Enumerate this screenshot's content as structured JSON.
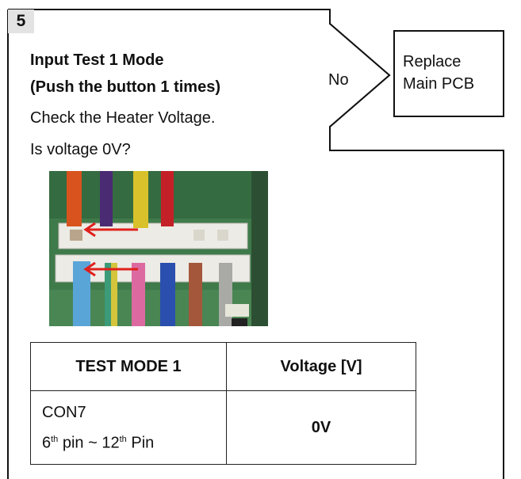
{
  "step": {
    "number": "5"
  },
  "instructions": {
    "title_line1": "Input Test 1 Mode",
    "title_line2": "(Push the button 1 times)",
    "check": "Check the Heater Voltage.",
    "question": "Is voltage 0V?"
  },
  "branch": {
    "label": "No",
    "target_line1": "Replace",
    "target_line2": "Main PCB"
  },
  "table": {
    "headers": [
      "TEST MODE 1",
      "Voltage [V]"
    ],
    "row": {
      "connector": "CON7",
      "pin_from": "6",
      "pin_from_suffix": "th",
      "pin_sep": " pin ~ ",
      "pin_to": "12",
      "pin_to_suffix": "th",
      "pin_end": " Pin",
      "voltage": "0V"
    }
  },
  "colors": {
    "line": "#111111",
    "badge_bg": "#e3e3e3",
    "pcb_green": "#3f7a4a",
    "arrow_red": "#e0201c"
  }
}
